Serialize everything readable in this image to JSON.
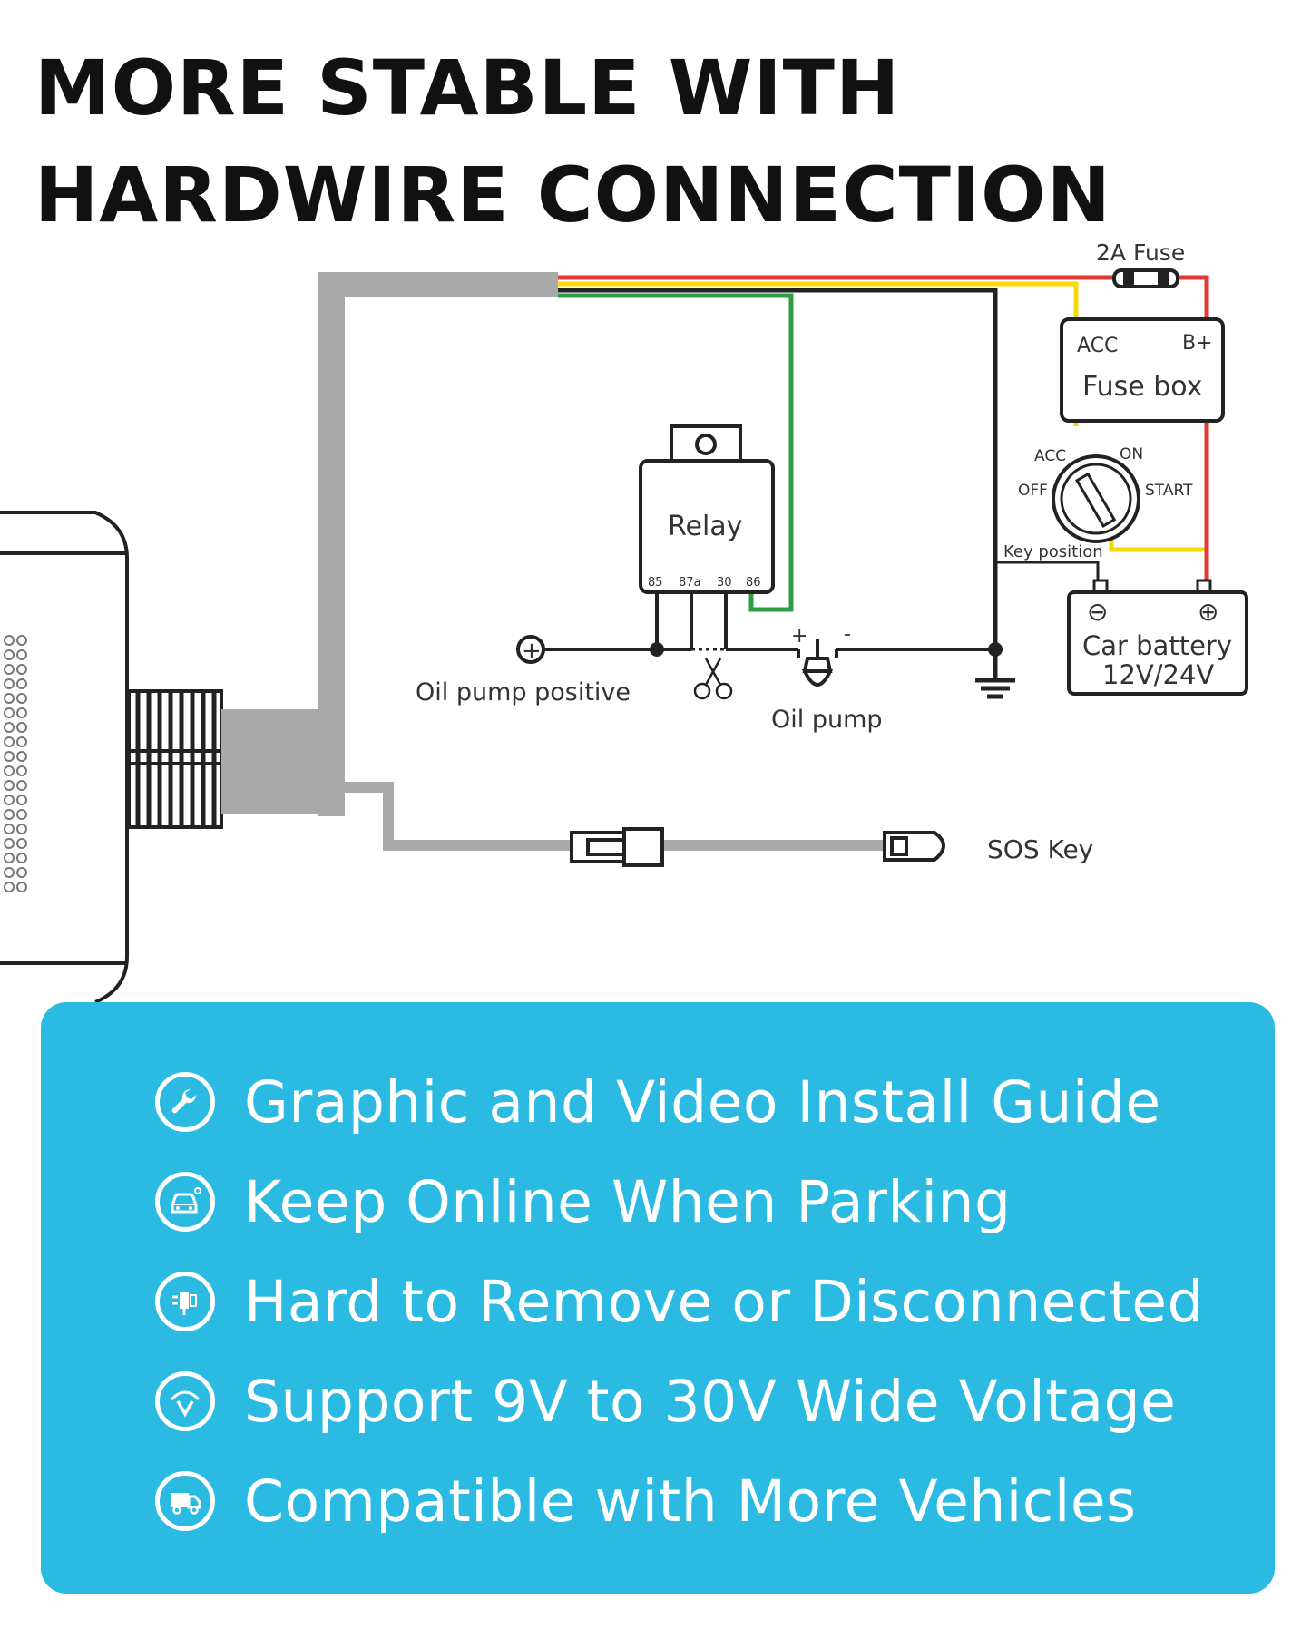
{
  "headline": {
    "line1": "MORE STABLE WITH",
    "line2": "HARDWIRE CONNECTION"
  },
  "diagram": {
    "fuse_label": "2A  Fuse",
    "fuse_box": {
      "title": "Fuse box",
      "acc": "ACC",
      "b_plus": "B+"
    },
    "ignition": {
      "acc": "ACC",
      "on": "ON",
      "off": "OFF",
      "start": "START",
      "key_position": "Key position"
    },
    "relay": {
      "title": "Relay",
      "pins": [
        "85",
        "87a",
        "30",
        "86"
      ]
    },
    "battery": {
      "title": "Car battery",
      "voltage": "12V/24V",
      "neg": "⊖",
      "pos": "⊕"
    },
    "oil_pump_positive": "Oil pump positive",
    "oil_pump": "Oil pump",
    "oil_pump_plus": "+",
    "oil_pump_minus": "-",
    "sos_key": "SOS Key",
    "wire_colors": {
      "red": "#e53935",
      "yellow": "#f5d90a",
      "green": "#2e9e44",
      "black": "#222222",
      "gray": "#a9a9a9"
    }
  },
  "features": [
    {
      "icon": "wrench-icon",
      "text": "Graphic and Video Install Guide"
    },
    {
      "icon": "car-parking-icon",
      "text": "Keep Online When Parking"
    },
    {
      "icon": "plug-icon",
      "text": "Hard to Remove or Disconnected"
    },
    {
      "icon": "voltage-icon",
      "text": "Support 9V to 30V Wide Voltage"
    },
    {
      "icon": "truck-icon",
      "text": "Compatible with More Vehicles"
    }
  ],
  "colors": {
    "panel": "#2bbbe2",
    "headline": "#111111"
  }
}
